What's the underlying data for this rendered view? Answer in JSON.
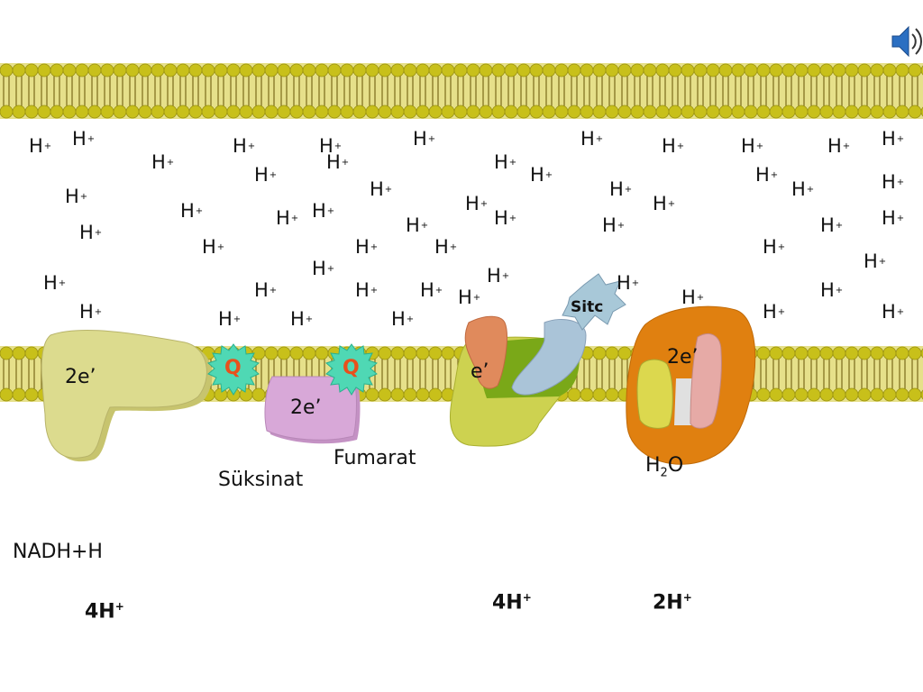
{
  "colors": {
    "membrane_head": "#c9c21c",
    "membrane_tail": "#8a7a1a",
    "complex1": "#dcdb8e",
    "complex2": "#d8a8d8",
    "ubiquinone": "#4fd8b4",
    "complex3_orange": "#e08a5c",
    "complex3_green": "#7aa818",
    "complex3_blue": "#aac4d8",
    "complex4_outer": "#e08010",
    "complex4_pink": "#e6aaa6",
    "cytochrome_c": "#a8c8d8",
    "q_text": "#e8501c"
  },
  "ions": {
    "h_symbol": "H",
    "h_charge": "+"
  },
  "labels": {
    "complex1_e": "2e’",
    "complex2_e": "2e’",
    "complex3_e": "e’",
    "complex4_e": "2e’",
    "q1": "Q",
    "q2": "Q",
    "cyt_c": "Sitc",
    "fumarat": "Fumarat",
    "suksinat": "Süksinat",
    "water_h": "H",
    "water_sub": "2",
    "water_o": "O",
    "nadh": "NADH+H",
    "pump1": "4H",
    "pump1_charge": "+",
    "pump3": "4H",
    "pump3_charge": "+",
    "pump4": "2H",
    "pump4_charge": "+"
  },
  "icons": {
    "speaker": "speaker-icon"
  }
}
